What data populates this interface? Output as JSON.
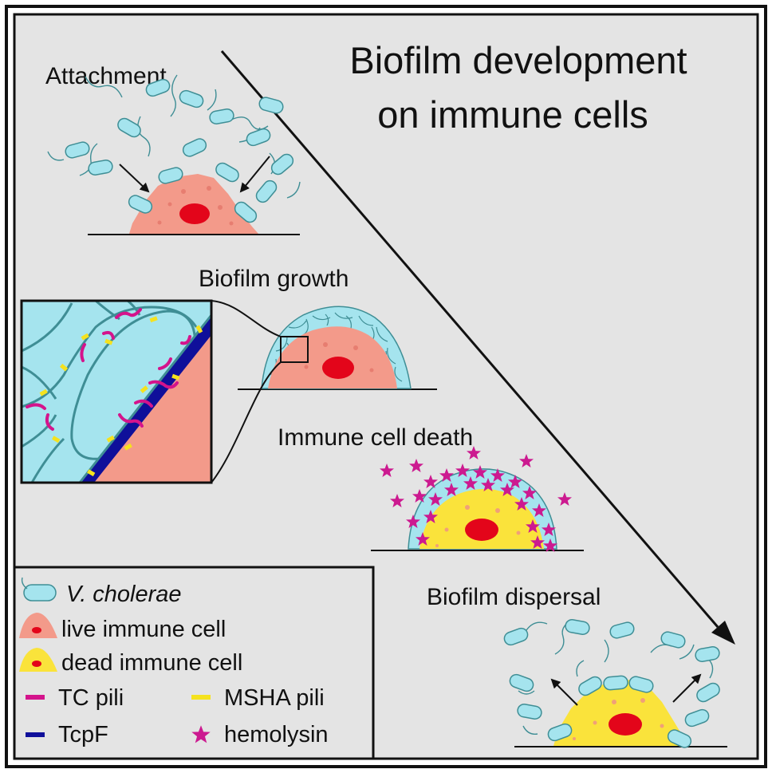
{
  "title": {
    "line1": "Biofilm development",
    "line2": "on immune cells"
  },
  "stages": [
    {
      "id": "attachment",
      "label": "Attachment"
    },
    {
      "id": "growth",
      "label": "Biofilm growth"
    },
    {
      "id": "death",
      "label": "Immune cell death"
    },
    {
      "id": "dispersal",
      "label": "Biofilm dispersal"
    }
  ],
  "legend": {
    "v_cholerae": "V. cholerae",
    "live_cell": "live immune cell",
    "dead_cell": "dead immune cell",
    "tc_pili": "TC pili",
    "msha_pili": "MSHA pili",
    "tcpf": "TcpF",
    "hemolysin": "hemolysin"
  },
  "colors": {
    "background": "#e4e4e4",
    "bacterium": "#a5e4ee",
    "bacterium_outline": "#3f8e95",
    "live_cell": "#f39a8a",
    "live_cell_spots": "#e77d70",
    "dead_cell": "#fae33b",
    "dead_cell_spots": "#f0a078",
    "nucleus": "#e3051a",
    "tc_pili": "#d4148c",
    "msha_pili": "#f5e21e",
    "tcpf": "#0f0f9a",
    "hemolysin": "#cc1a90"
  }
}
